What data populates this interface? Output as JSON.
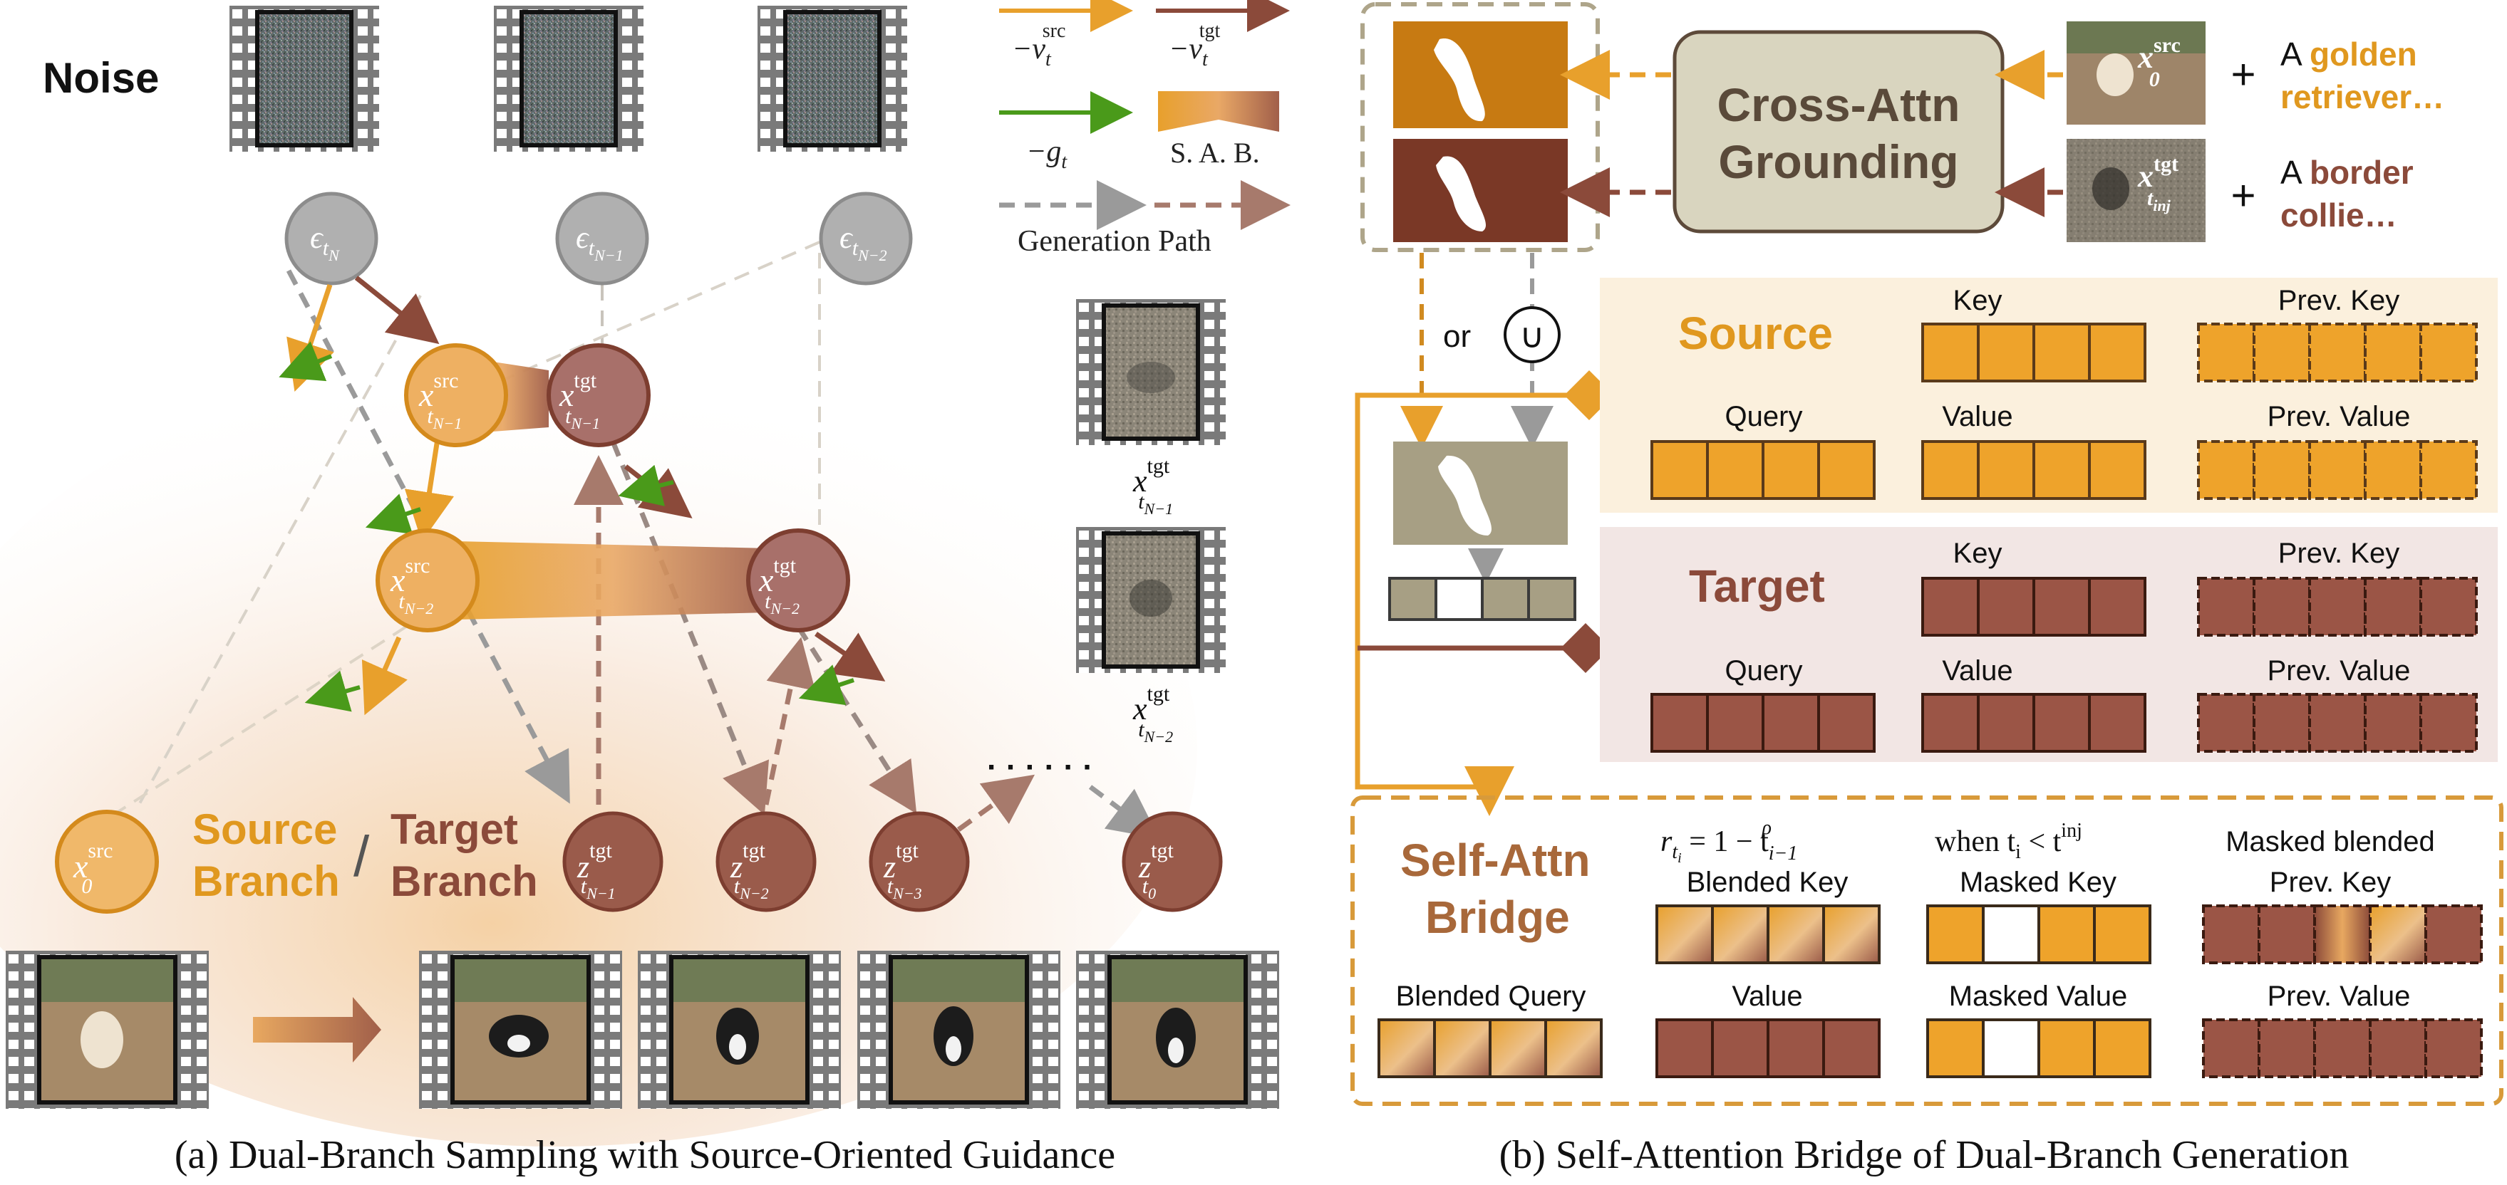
{
  "colors": {
    "src": "#e8a02c",
    "src_dark": "#c97d10",
    "tgt": "#8b4a3a",
    "tgt_dark": "#6e3324",
    "gray": "#9a9a9a",
    "gray_dark": "#7d7d7d",
    "green": "#4a9a1a",
    "module_bg": "#d9d5bf",
    "source_panel": "#fbf0dd",
    "target_panel": "#f2e6e4",
    "mask_gray": "#a79f84"
  },
  "a": {
    "noise_label": "Noise",
    "caption": "(a) Dual-Branch Sampling with Source-Oriented Guidance",
    "legend": {
      "neg_v_src": {
        "base": "−v",
        "sub": "t",
        "sup": "src"
      },
      "neg_v_tgt": {
        "base": "−v",
        "sub": "t",
        "sup": "tgt"
      },
      "neg_g": {
        "base": "−g",
        "sub": "t"
      },
      "sab": "S. A. B.",
      "generation_path": "Generation Path"
    },
    "eps_nodes": [
      {
        "base": "ϵ",
        "sub": "t",
        "subsub": "N"
      },
      {
        "base": "ϵ",
        "sub": "t",
        "subsub": "N−1"
      },
      {
        "base": "ϵ",
        "sub": "t",
        "subsub": "N−2"
      }
    ],
    "src_nodes": [
      {
        "base": "x",
        "sup": "src",
        "sub": "t",
        "subsub": "N−1"
      },
      {
        "base": "x",
        "sup": "src",
        "sub": "t",
        "subsub": "N−2"
      }
    ],
    "tgt_nodes": [
      {
        "base": "x",
        "sup": "tgt",
        "sub": "t",
        "subsub": "N−1"
      },
      {
        "base": "x",
        "sup": "tgt",
        "sub": "t",
        "subsub": "N−2"
      }
    ],
    "x0_src": {
      "base": "x",
      "sup": "src",
      "sub": "0"
    },
    "z_nodes": [
      {
        "base": "z",
        "sup": "tgt",
        "sub": "t",
        "subsub": "N−1"
      },
      {
        "base": "z",
        "sup": "tgt",
        "sub": "t",
        "subsub": "N−2"
      },
      {
        "base": "z",
        "sup": "tgt",
        "sub": "t",
        "subsub": "N−3"
      },
      {
        "base": "z",
        "sup": "tgt",
        "sub": "t",
        "subsub": "0"
      }
    ],
    "ellipsis": "· · · · · ·",
    "branch": {
      "source_line1": "Source",
      "source_line2": "Branch",
      "slash": "/",
      "target_line1": "Target",
      "target_line2": "Branch"
    },
    "preview_labels": [
      {
        "base": "x",
        "sup": "tgt",
        "sub": "t",
        "subsub": "N−1"
      },
      {
        "base": "x",
        "sup": "tgt",
        "sub": "t",
        "subsub": "N−2"
      }
    ]
  },
  "b": {
    "caption": "(b) Self-Attention Bridge of Dual-Branch Generation",
    "cross_attn_line1": "Cross-Attn",
    "cross_attn_line2": "Grounding",
    "inputs": [
      {
        "base": "x",
        "sup": "src",
        "sub": "0"
      },
      {
        "base": "x",
        "sup": "tgt",
        "sub": "t",
        "subsub": "inj"
      }
    ],
    "plus": "+",
    "prompt_src": {
      "prefix": "A ",
      "line1": "golden",
      "line2": "retriever…"
    },
    "prompt_tgt": {
      "prefix": "A ",
      "line1": "border",
      "line2": "collie…"
    },
    "or_label": "or",
    "union_symbol": "∪",
    "source_title": "Source",
    "target_title": "Target",
    "labels": {
      "key": "Key",
      "prev_key": "Prev. Key",
      "query": "Query",
      "value": "Value",
      "prev_value": "Prev. Value"
    },
    "bridge": {
      "title_line1": "Self-Attn",
      "title_line2": "Bridge",
      "formula": {
        "r": "r",
        "r_sub": "t",
        "r_subsub": "i",
        "rest": " = 1 − t",
        "t_sub": "i−1",
        "t_sup": "ρ"
      },
      "condition": {
        "prefix": "when t",
        "sub": "i",
        "rest": " < t",
        "sup": "inj"
      },
      "blended_key": "Blended Key",
      "masked_key": "Masked Key",
      "masked_blended_line1": "Masked blended",
      "masked_blended_line2": "Prev. Key",
      "blended_query": "Blended Query",
      "value": "Value",
      "masked_value": "Masked Value",
      "prev_value": "Prev. Value"
    }
  }
}
